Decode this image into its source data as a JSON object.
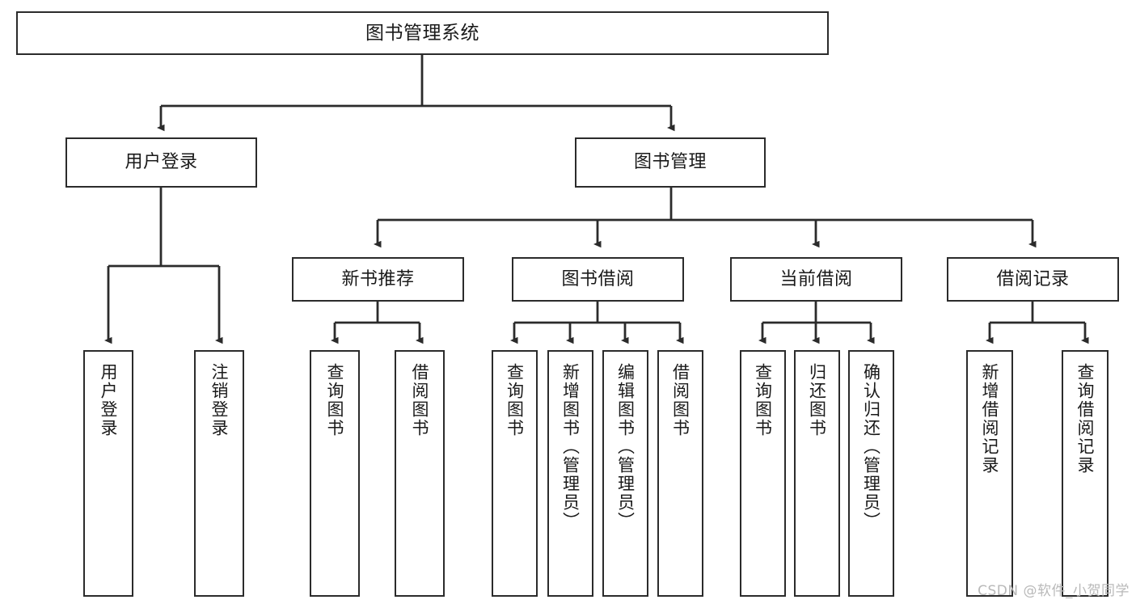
{
  "diagram": {
    "type": "tree-hierarchy-chart",
    "title": "图书管理系统",
    "watermark": "CSDN @软件_小贺同学",
    "colors": {
      "box_border": "#2b2b2b",
      "box_fill": "#ffffff",
      "connector": "#2b2b2b",
      "text": "#1a1a1a",
      "watermark": "#b9b9b9"
    },
    "nodes": {
      "root": {
        "label": "图书管理系统",
        "level": 0
      },
      "level2": [
        {
          "id": "user-login",
          "label": "用户登录"
        },
        {
          "id": "book-management",
          "label": "图书管理"
        }
      ],
      "level3": [
        {
          "id": "new-book-recommend",
          "label": "新书推荐",
          "parent": "book-management"
        },
        {
          "id": "book-borrow",
          "label": "图书借阅",
          "parent": "book-management"
        },
        {
          "id": "current-borrow",
          "label": "当前借阅",
          "parent": "book-management"
        },
        {
          "id": "borrow-record",
          "label": "借阅记录",
          "parent": "book-management"
        }
      ],
      "leaves": [
        {
          "id": "leaf-user-login",
          "label": "用户登录",
          "parent": "user-login"
        },
        {
          "id": "leaf-logout-login",
          "label": "注销登录",
          "parent": "user-login"
        },
        {
          "id": "leaf-query-book-1",
          "label": "查询图书",
          "parent": "new-book-recommend"
        },
        {
          "id": "leaf-borrow-book-1",
          "label": "借阅图书",
          "parent": "new-book-recommend"
        },
        {
          "id": "leaf-query-book-2",
          "label": "查询图书",
          "parent": "book-borrow"
        },
        {
          "id": "leaf-add-book",
          "label": "新增图书（管理员）",
          "parent": "book-borrow"
        },
        {
          "id": "leaf-edit-book",
          "label": "编辑图书（管理员）",
          "parent": "book-borrow"
        },
        {
          "id": "leaf-borrow-book-2",
          "label": "借阅图书",
          "parent": "book-borrow"
        },
        {
          "id": "leaf-query-book-3",
          "label": "查询图书",
          "parent": "current-borrow"
        },
        {
          "id": "leaf-return-book",
          "label": "归还图书",
          "parent": "current-borrow"
        },
        {
          "id": "leaf-confirm-return",
          "label": "确认归还（管理员）",
          "parent": "current-borrow"
        },
        {
          "id": "leaf-add-borrow-record",
          "label": "新增借阅记录",
          "parent": "borrow-record"
        },
        {
          "id": "leaf-query-borrow-record",
          "label": "查询借阅记录",
          "parent": "borrow-record"
        }
      ]
    }
  }
}
